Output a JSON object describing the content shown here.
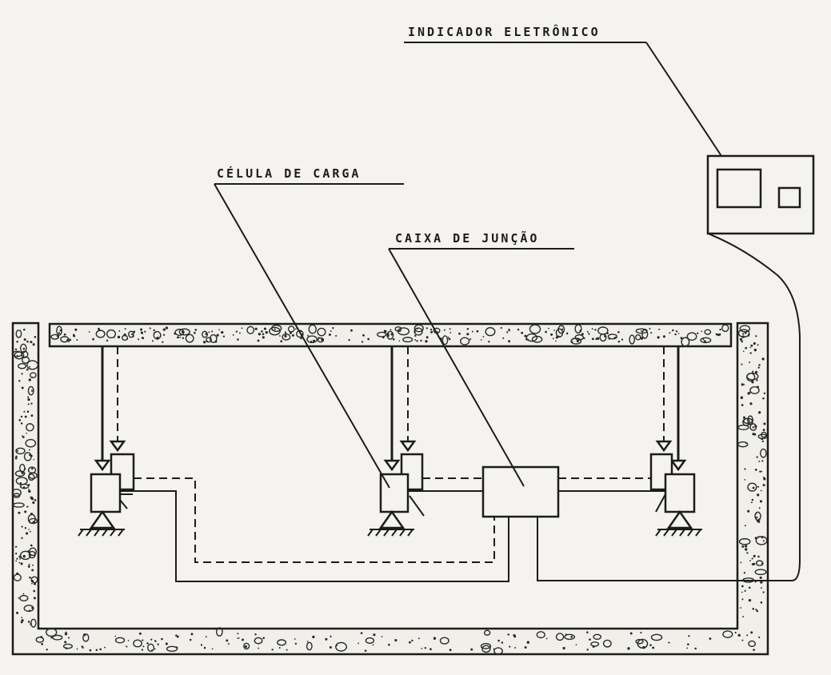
{
  "labels": {
    "indicator": "INDICADOR ELETRÔNICO",
    "load_cell": "CÉLULA DE CARGA",
    "junction_box": "CAIXA DE JUNÇÃO"
  },
  "colors": {
    "ink": "#1c1c1c",
    "paper": "#f4f3ef"
  },
  "icons": {
    "support": "pin-support-triangle",
    "load_arrow": "downward-triangle-arrow"
  }
}
